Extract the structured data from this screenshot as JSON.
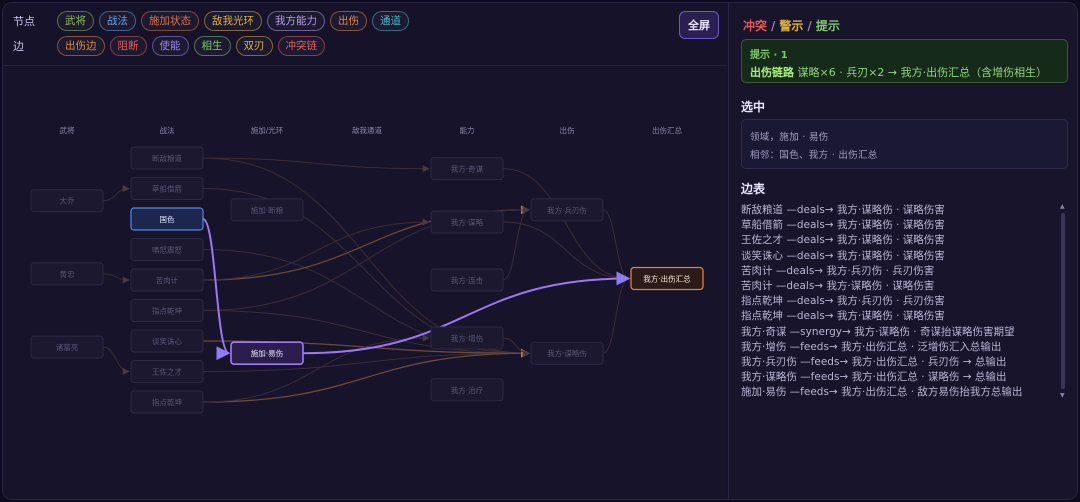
{
  "filters": {
    "nodes_label": "节点",
    "edges_label": "边",
    "node_chips": [
      {
        "label": "武将",
        "color": "#8fbf5a"
      },
      {
        "label": "战法",
        "color": "#6fa3e8"
      },
      {
        "label": "施加状态",
        "color": "#d8744a"
      },
      {
        "label": "敌我光环",
        "color": "#e0b040"
      },
      {
        "label": "我方能力",
        "color": "#b89be8"
      },
      {
        "label": "出伤",
        "color": "#e08a4a"
      },
      {
        "label": "通道",
        "color": "#4ab8c8"
      }
    ],
    "edge_chips": [
      {
        "label": "出伤边",
        "color": "#e08a4a"
      },
      {
        "label": "阻断",
        "color": "#e05a5a"
      },
      {
        "label": "使能",
        "color": "#9f86ec"
      },
      {
        "label": "相生",
        "color": "#7fc86a"
      },
      {
        "label": "双刃",
        "color": "#e0b040"
      },
      {
        "label": "冲突链",
        "color": "#e06060"
      }
    ],
    "fullscreen_label": "全屏"
  },
  "graph": {
    "columns": [
      "武将",
      "战法",
      "施加/光环",
      "敌我通道",
      "能力",
      "出伤",
      "出伤汇总"
    ],
    "nodes": [
      {
        "id": "dajiao",
        "label": "大乔",
        "col": 0,
        "row": 1.4
      },
      {
        "id": "huangzhong",
        "label": "黄忠",
        "col": 0,
        "row": 3.8
      },
      {
        "id": "zhugeliang",
        "label": "诸葛亮",
        "col": 0,
        "row": 6.2
      },
      {
        "id": "s1",
        "label": "断敌粮道",
        "col": 1,
        "row": 0
      },
      {
        "id": "s2",
        "label": "草船借箭",
        "col": 1,
        "row": 1
      },
      {
        "id": "guose",
        "label": "国色",
        "col": 1,
        "row": 2
      },
      {
        "id": "s4",
        "label": "嗔怒震怒",
        "col": 1,
        "row": 3
      },
      {
        "id": "s5",
        "label": "苦肉计",
        "col": 1,
        "row": 4
      },
      {
        "id": "s6",
        "label": "指点乾坤",
        "col": 1,
        "row": 5
      },
      {
        "id": "s7",
        "label": "谈笑诛心",
        "col": 1,
        "row": 6
      },
      {
        "id": "s8",
        "label": "王佐之才",
        "col": 1,
        "row": 7
      },
      {
        "id": "s9",
        "label": "指点乾坤",
        "col": 1,
        "row": 8
      },
      {
        "id": "aura1",
        "label": "施加·断粮",
        "col": 2,
        "row": 1.7
      },
      {
        "id": "yishang",
        "label": "施加·易伤",
        "col": 2,
        "row": 6.4
      },
      {
        "id": "ab1",
        "label": "我方·奇谋",
        "col": 4,
        "row": 0.35
      },
      {
        "id": "ab2",
        "label": "我方·谋略",
        "col": 4,
        "row": 2.1
      },
      {
        "id": "ab3",
        "label": "我方·连击",
        "col": 4,
        "row": 4
      },
      {
        "id": "ab4",
        "label": "我方·增伤",
        "col": 4,
        "row": 5.9
      },
      {
        "id": "ab5",
        "label": "我方·治疗",
        "col": 4,
        "row": 7.6
      },
      {
        "id": "d1",
        "label": "我方·兵刃伤",
        "col": 5,
        "row": 1.7
      },
      {
        "id": "d2",
        "label": "我方·谋略伤",
        "col": 5,
        "row": 6.4
      },
      {
        "id": "total",
        "label": "我方·出伤汇总",
        "col": 6,
        "row": 3.95
      }
    ],
    "edges": [
      {
        "from": "s1",
        "to": "d2",
        "kind": "faint"
      },
      {
        "from": "s2",
        "to": "d2",
        "kind": "faint"
      },
      {
        "from": "s4",
        "to": "d2",
        "kind": "faint"
      },
      {
        "from": "s5",
        "to": "d1",
        "kind": "dmg"
      },
      {
        "from": "s6",
        "to": "d1",
        "kind": "faint"
      },
      {
        "from": "s6",
        "to": "d2",
        "kind": "faint"
      },
      {
        "from": "s7",
        "to": "d2",
        "kind": "dmg"
      },
      {
        "from": "s8",
        "to": "d2",
        "kind": "faint"
      },
      {
        "from": "s9",
        "to": "d2",
        "kind": "dmg"
      },
      {
        "from": "s1",
        "to": "ab1",
        "kind": "faint"
      },
      {
        "from": "s5",
        "to": "ab2",
        "kind": "faint"
      },
      {
        "from": "s9",
        "to": "ab4",
        "kind": "faint"
      },
      {
        "from": "ab1",
        "to": "total",
        "kind": "faint"
      },
      {
        "from": "ab2",
        "to": "total",
        "kind": "faint"
      },
      {
        "from": "ab3",
        "to": "d1",
        "kind": "faint"
      },
      {
        "from": "ab4",
        "to": "d2",
        "kind": "faint"
      },
      {
        "from": "d1",
        "to": "total",
        "kind": "faint"
      },
      {
        "from": "d2",
        "to": "total",
        "kind": "faint"
      },
      {
        "from": "dajiao",
        "to": "s2",
        "kind": "faint"
      },
      {
        "from": "huangzhong",
        "to": "s5",
        "kind": "faint"
      },
      {
        "from": "zhugeliang",
        "to": "s8",
        "kind": "faint"
      },
      {
        "from": "guose",
        "to": "yishang",
        "kind": "enable"
      },
      {
        "from": "yishang",
        "to": "total",
        "kind": "enable"
      }
    ]
  },
  "panel": {
    "title_parts": [
      {
        "text": "冲突",
        "color": "#e05a5a"
      },
      {
        "text": "/",
        "color": "#8a86a8"
      },
      {
        "text": "警示",
        "color": "#e0b040"
      },
      {
        "text": "/",
        "color": "#8a86a8"
      },
      {
        "text": "提示",
        "color": "#7fc86a"
      }
    ],
    "hint": {
      "header": "提示 · 1",
      "strong": "出伤链路",
      "text": " 谋略×6 · 兵刃×2 → 我方·出伤汇总（含增伤相生）"
    },
    "selected": {
      "title": "选中",
      "line1": "领域，施加 · 易伤",
      "line2": "相邻：国色、我方 · 出伤汇总"
    },
    "edge_list": {
      "title": "边表",
      "items": [
        "断敌粮道 —deals→ 我方·谋略伤 · 谋略伤害",
        "草船借箭 —deals→ 我方·谋略伤 · 谋略伤害",
        "王佐之才 —deals→ 我方·谋略伤 · 谋略伤害",
        "谈笑诛心 —deals→ 我方·谋略伤 · 谋略伤害",
        "苦肉计 —deals→ 我方·兵刃伤 · 兵刃伤害",
        "苦肉计 —deals→ 我方·谋略伤 · 谋略伤害",
        "指点乾坤 —deals→ 我方·兵刃伤 · 兵刃伤害",
        "指点乾坤 —deals→ 我方·谋略伤 · 谋略伤害",
        "我方·奇谋 —synergy→ 我方·谋略伤 · 奇谋抬谋略伤害期望",
        "我方·增伤 —feeds→ 我方·出伤汇总 · 泛增伤汇入总输出",
        "我方·兵刃伤 —feeds→ 我方·出伤汇总 · 兵刃伤 → 总输出",
        "我方·谋略伤 —feeds→ 我方·出伤汇总 · 谋略伤 → 总输出",
        "施加·易伤 —feeds→ 我方·出伤汇总 · 敌方易伤抬我方总输出"
      ]
    }
  }
}
